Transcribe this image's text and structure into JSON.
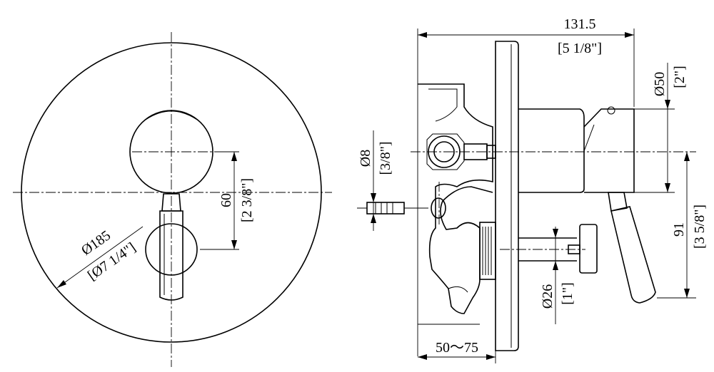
{
  "drawing": {
    "front_view": {
      "dia_185": "Ø185",
      "dia_185_in": "[Ø7 1/4\"]",
      "dim_60": "60",
      "dim_60_in": "[2 3/8\"]"
    },
    "side_view": {
      "width_131_5": "131.5",
      "width_131_5_in": "[5 1/8\"]",
      "dia_50": "Ø50",
      "dia_50_in": "[2\"]",
      "dia_8": "Ø8",
      "dia_8_in": "[3/8\"]",
      "height_91": "91",
      "height_91_in": "[3 5/8\"]",
      "dia_26": "Ø26",
      "dia_26_in": "[1\"]",
      "depth_range": "50～75"
    }
  }
}
